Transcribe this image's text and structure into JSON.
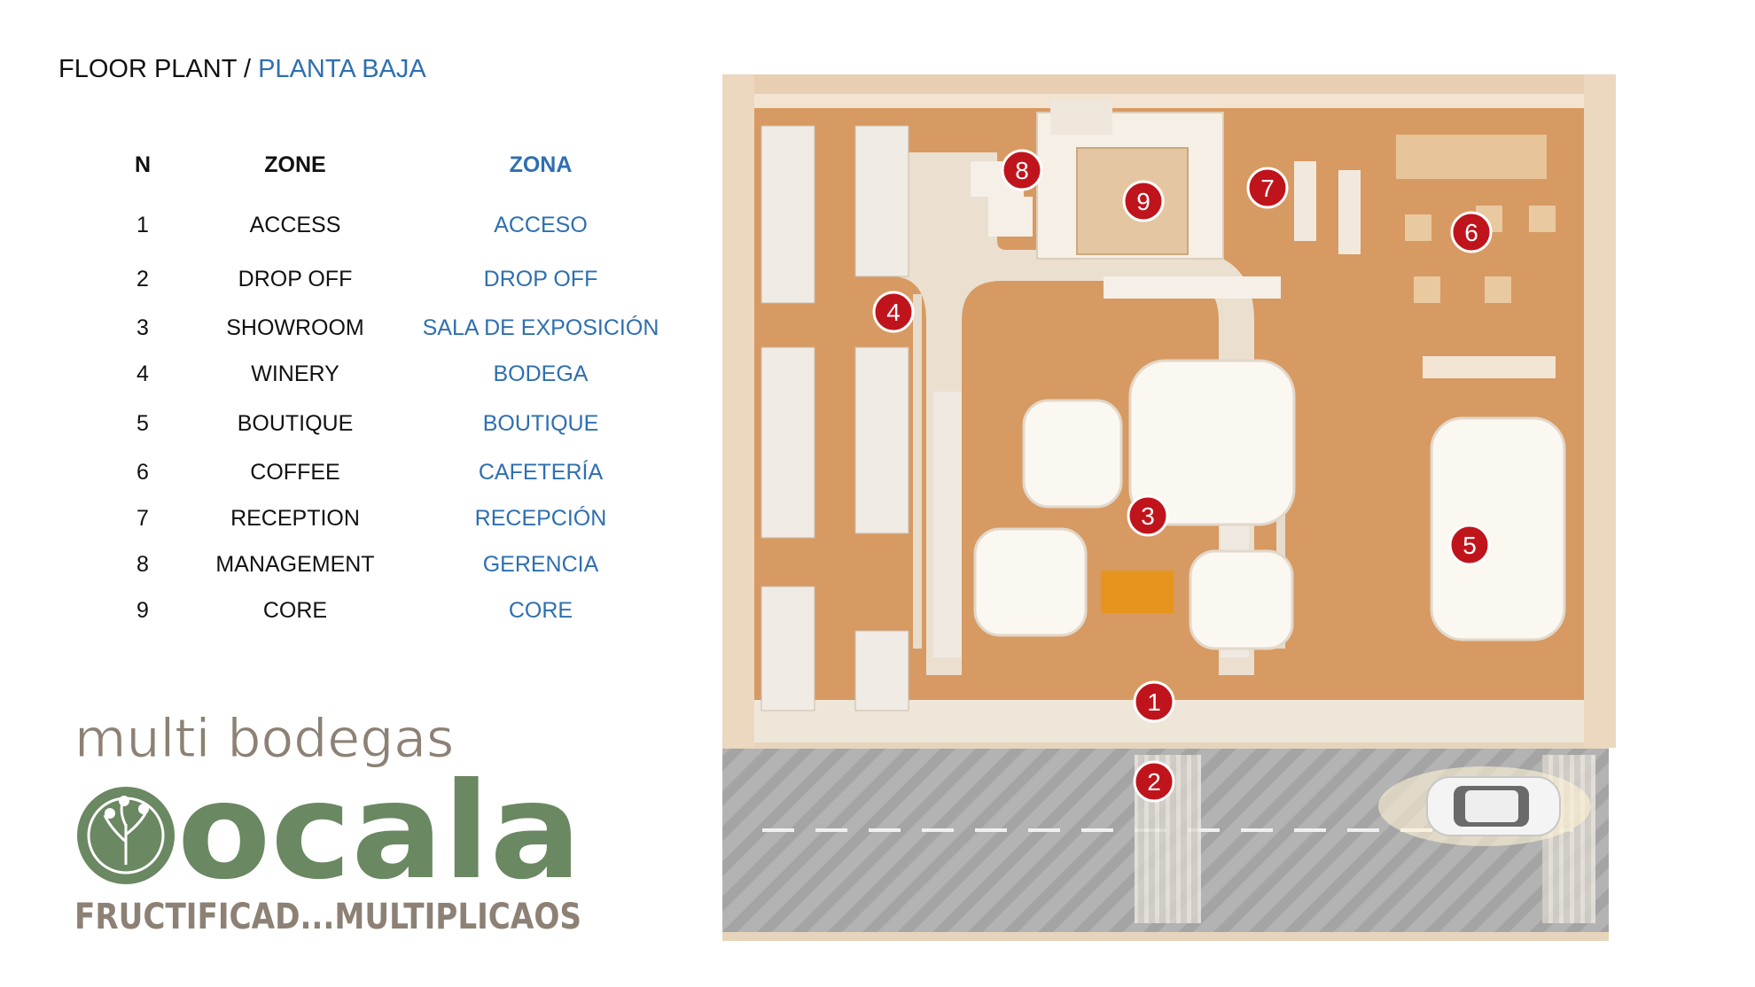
{
  "title": {
    "en": "FLOOR PLANT /",
    "es": "PLANTA BAJA"
  },
  "legend": {
    "headers": {
      "n": "N",
      "zone": "ZONE",
      "zona": "ZONA"
    },
    "rows": [
      {
        "n": "1",
        "zone": "ACCESS",
        "zona": "ACCESO"
      },
      {
        "n": "2",
        "zone": "DROP OFF",
        "zona": "DROP OFF"
      },
      {
        "n": "3",
        "zone": "SHOWROOM",
        "zona": "SALA DE EXPOSICIÓN"
      },
      {
        "n": "4",
        "zone": "WINERY",
        "zona": "BODEGA"
      },
      {
        "n": "5",
        "zone": "BOUTIQUE",
        "zona": "BOUTIQUE"
      },
      {
        "n": "6",
        "zone": "COFFEE",
        "zona": "CAFETERÍA"
      },
      {
        "n": "7",
        "zone": "RECEPTION",
        "zona": "RECEPCIÓN"
      },
      {
        "n": "8",
        "zone": "MANAGEMENT",
        "zona": "GERENCIA"
      },
      {
        "n": "9",
        "zone": "CORE",
        "zona": "CORE"
      }
    ]
  },
  "logo": {
    "line1": "multi bodegas",
    "line2": "ocala",
    "tagline": "FRUCTIFICAD...MULTIPLICAOS"
  },
  "markers": [
    "1",
    "2",
    "3",
    "4",
    "5",
    "6",
    "7",
    "8",
    "9"
  ],
  "colors": {
    "accent_blue": "#2e6fb0",
    "marker_red": "#c0141c",
    "logo_gray": "#8c8174",
    "logo_green": "#6a8862",
    "floor": "#d79a62",
    "path": "#ece3d6",
    "street": "#b3b3b3"
  }
}
